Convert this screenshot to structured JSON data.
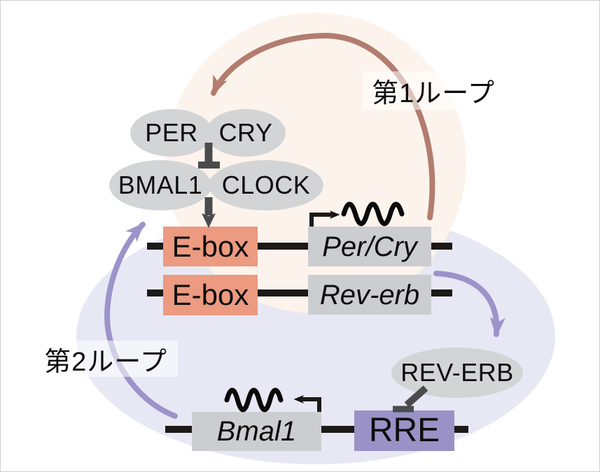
{
  "diagram": {
    "loop1_label": "第1ループ",
    "loop2_label": "第2ループ",
    "proteins": {
      "per": "PER",
      "cry": "CRY",
      "bmal1": "BMAL1",
      "clock": "CLOCK",
      "rev_erb": "REV-ERB"
    },
    "genes": {
      "ebox_row1": "E-box",
      "ebox_row2": "E-box",
      "per_cry": "Per/Cry",
      "rev_erb": "Rev-erb",
      "bmal1": "Bmal1",
      "rre": "RRE"
    },
    "colors": {
      "loop1_background": "#fcf4ec",
      "loop2_background": "#e7e8f4",
      "ebox_box": "#ec9a80",
      "rre_box": "#9a92c6",
      "gene_box": "#cbcdd0",
      "protein_ellipse": "#d3d4d6",
      "loop1_arrow": "#b27d6f",
      "loop2_arrow": "#9b94ca",
      "regulation_arrow": "#4b4b4d",
      "dna_line": "#1c1917"
    },
    "icons": {
      "mrna_squiggle": "wavy-line",
      "transcription_start": "bent-arrow",
      "inhibition": "t-bar",
      "activation": "filled-arrow"
    }
  }
}
